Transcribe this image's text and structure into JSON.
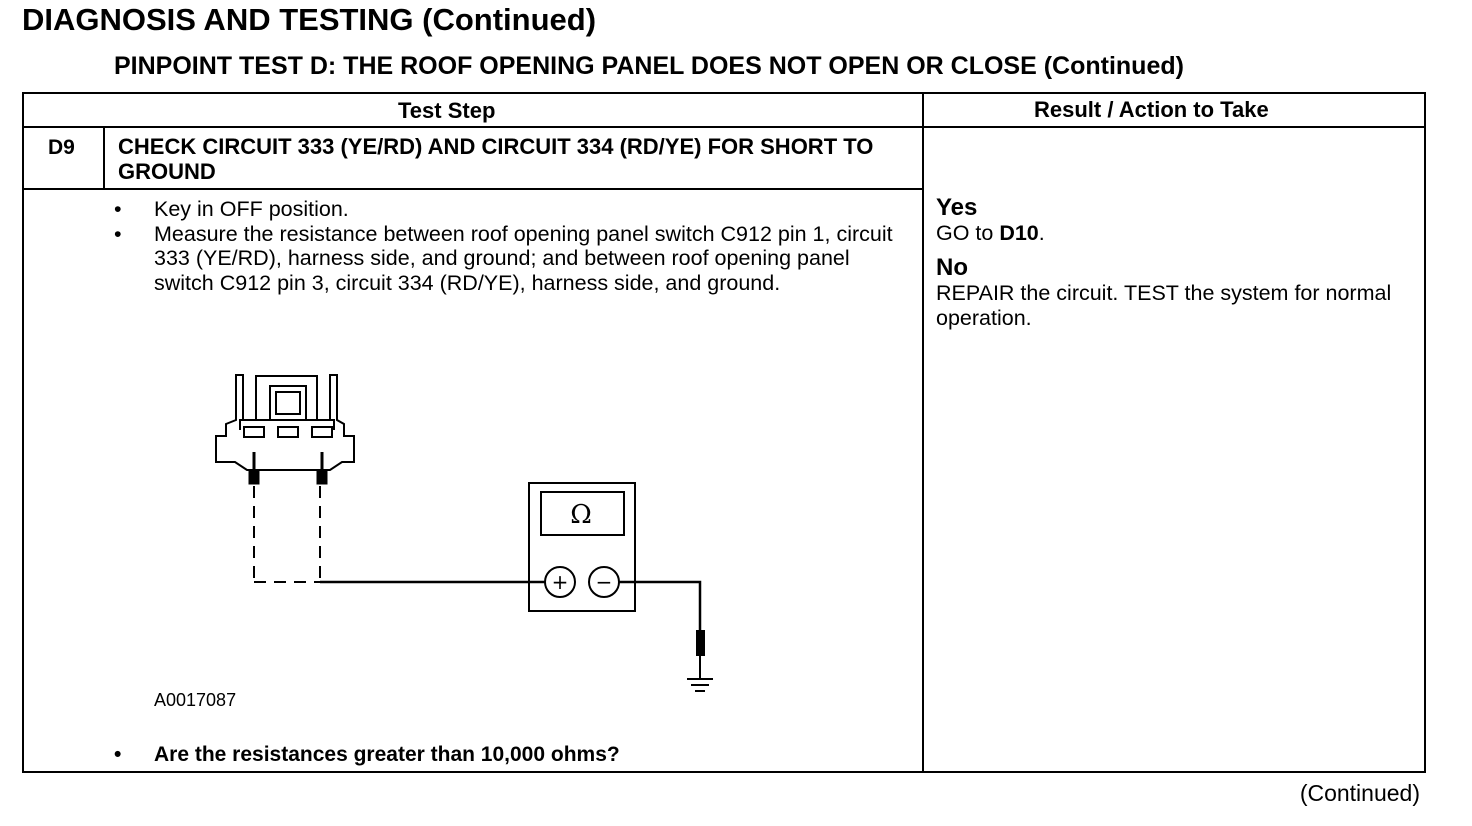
{
  "page": {
    "title": "DIAGNOSIS AND TESTING (Continued)",
    "subtitle": "PINPOINT TEST D: THE ROOF OPENING PANEL DOES NOT OPEN OR CLOSE (Continued)",
    "footer": "(Continued)"
  },
  "table": {
    "headers": [
      "Test Step",
      "Result / Action to Take"
    ],
    "step": {
      "id": "D9",
      "title": "CHECK CIRCUIT 333 (YE/RD) AND CIRCUIT 334 (RD/YE) FOR SHORT TO GROUND",
      "bullet_symbol": "•",
      "instructions": [
        "Key in OFF position.",
        "Measure the resistance between roof opening panel switch C912 pin 1, circuit 333 (YE/RD), harness side, and ground; and between roof opening panel switch C912 pin 3, circuit 334 (RD/YE), harness side, and ground."
      ],
      "figure_id": "A0017087",
      "meter_symbol": "Ω",
      "meter_plus": "+",
      "meter_minus": "−",
      "question": "Are the resistances greater than 10,000 ohms?"
    },
    "results": [
      {
        "answer": "Yes",
        "action_prefix": "GO to ",
        "action_ref": "D10",
        "action_suffix": "."
      },
      {
        "answer": "No",
        "action": "REPAIR the circuit. TEST the system for normal operation."
      }
    ]
  }
}
